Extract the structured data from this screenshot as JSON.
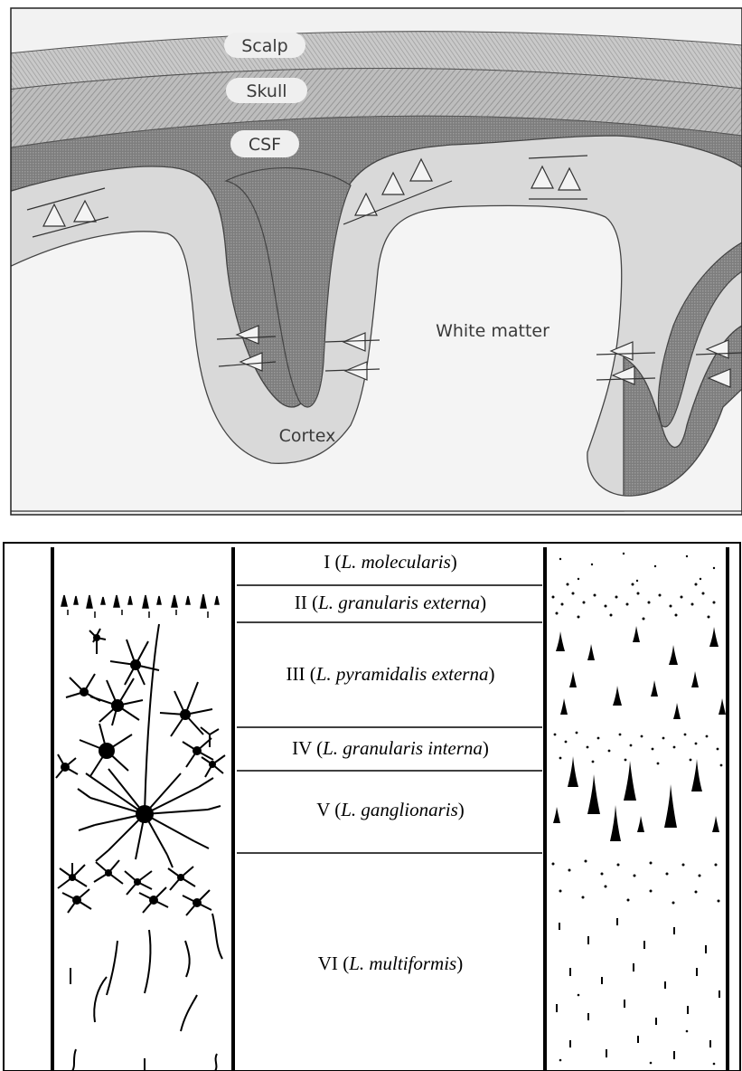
{
  "figures": {
    "cross_section": {
      "labels": {
        "scalp": "Scalp",
        "skull": "Skull",
        "csf": "CSF",
        "white_matter": "White matter",
        "cortex": "Cortex"
      },
      "colors": {
        "background": "#f2f2f2",
        "scalp_band": "#bdbdbd",
        "skull_band": "#aaaaaa",
        "csf_band": "#8a8a8a",
        "cortex_band": "#d9d9d9",
        "label_pill": "#efefef",
        "outline": "#333333"
      }
    },
    "cortical_layers": {
      "layers": [
        {
          "numeral": "I",
          "latin": "L. molecularis"
        },
        {
          "numeral": "II",
          "latin": "L. granularis externa"
        },
        {
          "numeral": "III",
          "latin": "L. pyramidalis externa"
        },
        {
          "numeral": "IV",
          "latin": "L. granularis interna"
        },
        {
          "numeral": "V",
          "latin": "L. ganglionaris"
        },
        {
          "numeral": "VI",
          "latin": "L. multiformis"
        }
      ]
    }
  }
}
